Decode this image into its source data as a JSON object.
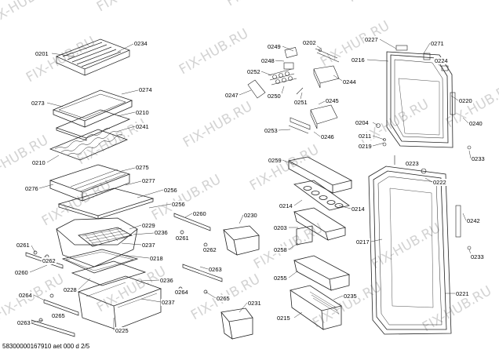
{
  "watermark": "FIX-HUB.RU",
  "footer": "58300000167910 aet 000 d 2/5",
  "labels": {
    "l0234": "0234",
    "l0201": "0201",
    "l0274": "0274",
    "l0273": "0273",
    "l0210a": "0210",
    "l0241": "0241",
    "l0210b": "0210",
    "l0275": "0275",
    "l0276": "0276",
    "l0277": "0277",
    "l0256a": "0256",
    "l0256b": "0256",
    "l0229": "0229",
    "l0236a": "0236",
    "l0237a": "0237",
    "l0218": "0218",
    "l0228": "0228",
    "l0236b": "0236",
    "l0237b": "0237",
    "l0225": "0225",
    "l0261a": "0261",
    "l0262a": "0262",
    "l0260a": "0260",
    "l0264a": "0264",
    "l0265a": "0265",
    "l0263a": "0263",
    "l0260b": "0260",
    "l0261b": "0261",
    "l0262b": "0262",
    "l0263b": "0263",
    "l0264b": "0264",
    "l0265b": "0265",
    "l0230": "0230",
    "l0231": "0231",
    "l0249": "0249",
    "l0202": "0202",
    "l0248": "0248",
    "l0252": "0252",
    "l0247": "0247",
    "l0250": "0250",
    "l0251": "0251",
    "l0244": "0244",
    "l0245": "0245",
    "l0253": "0253",
    "l0246": "0246",
    "l0259": "0259",
    "l0214a": "0214",
    "l0214b": "0214",
    "l0203": "0203",
    "l0258": "0258",
    "l0255": "0255",
    "l0235": "0235",
    "l0215": "0215",
    "l0227": "0227",
    "l0271": "0271",
    "l0216": "0216",
    "l0224": "0224",
    "l0220": "0220",
    "l0204": "0204",
    "l0240": "0240",
    "l0211": "0211",
    "l0219": "0219",
    "l0233a": "0233",
    "l0223": "0223",
    "l0222": "0222",
    "l0217": "0217",
    "l0242": "0242",
    "l0233b": "0233",
    "l0221": "0221"
  }
}
